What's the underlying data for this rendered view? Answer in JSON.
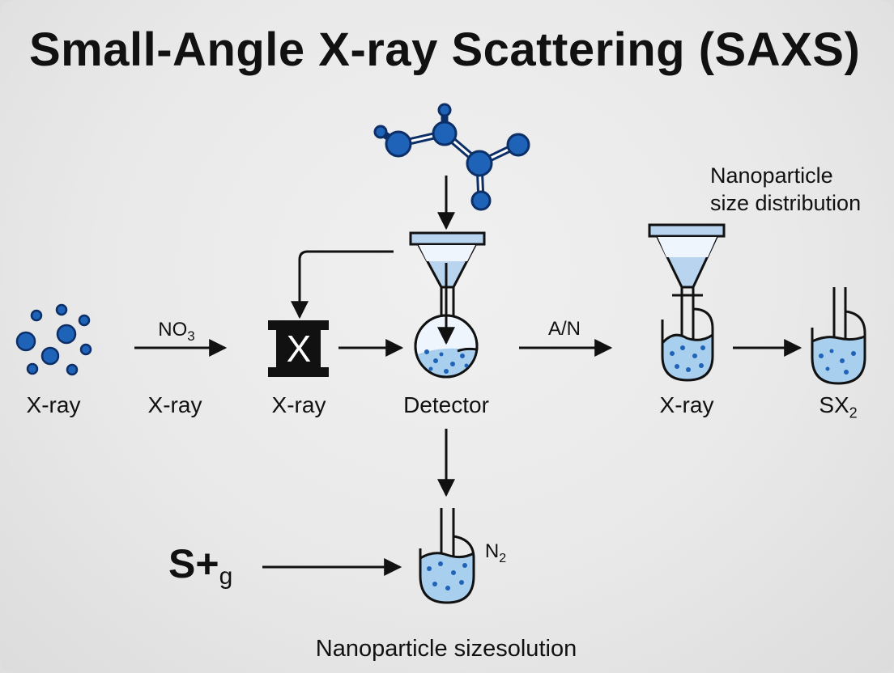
{
  "title": "Small-Angle X-ray Scattering (SAXS)",
  "labels": {
    "source": "X-ray",
    "step2": "X-ray",
    "step3": "X-ray",
    "detector": "Detector",
    "step5": "X-ray",
    "final": "SX",
    "final_sub": "2"
  },
  "arrow_labels": {
    "no3": "NO",
    "no3_sub": "3",
    "an": "A/N"
  },
  "box_symbol": "X",
  "right_note": {
    "line1": "Nanoparticle",
    "line2": "size distribution"
  },
  "bottom": {
    "formula": "S+",
    "formula_sub": "g",
    "n2": "N",
    "n2_sub": "2",
    "note": "Nanoparticle sizesolution"
  },
  "colors": {
    "atom": "#1f63b8",
    "atom_edge": "#0b2f66",
    "liquid": "#a9cfee",
    "funnel": "#b8d4ee",
    "ink": "#111111"
  }
}
